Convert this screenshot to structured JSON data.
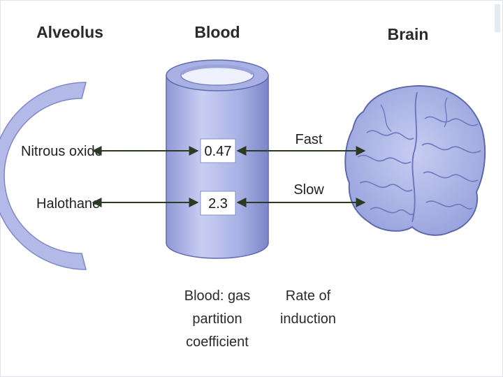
{
  "headers": {
    "alveolus": "Alveolus",
    "blood": "Blood",
    "brain": "Brain"
  },
  "rows": [
    {
      "gas": "Nitrous oxide",
      "coefficient": "0.47",
      "rate": "Fast"
    },
    {
      "gas": "Halothane",
      "coefficient": "2.3",
      "rate": "Slow"
    }
  ],
  "captions": {
    "partition": [
      "Blood: gas",
      "partition",
      "coefficient"
    ],
    "induction": [
      "Rate of",
      "induction"
    ]
  },
  "colors": {
    "slide_border": "#dfe4ec",
    "tissue": "#b6bde9",
    "tissue_dark": "#6f78c0",
    "arrow": "#2b3a20",
    "text": "#222222"
  }
}
